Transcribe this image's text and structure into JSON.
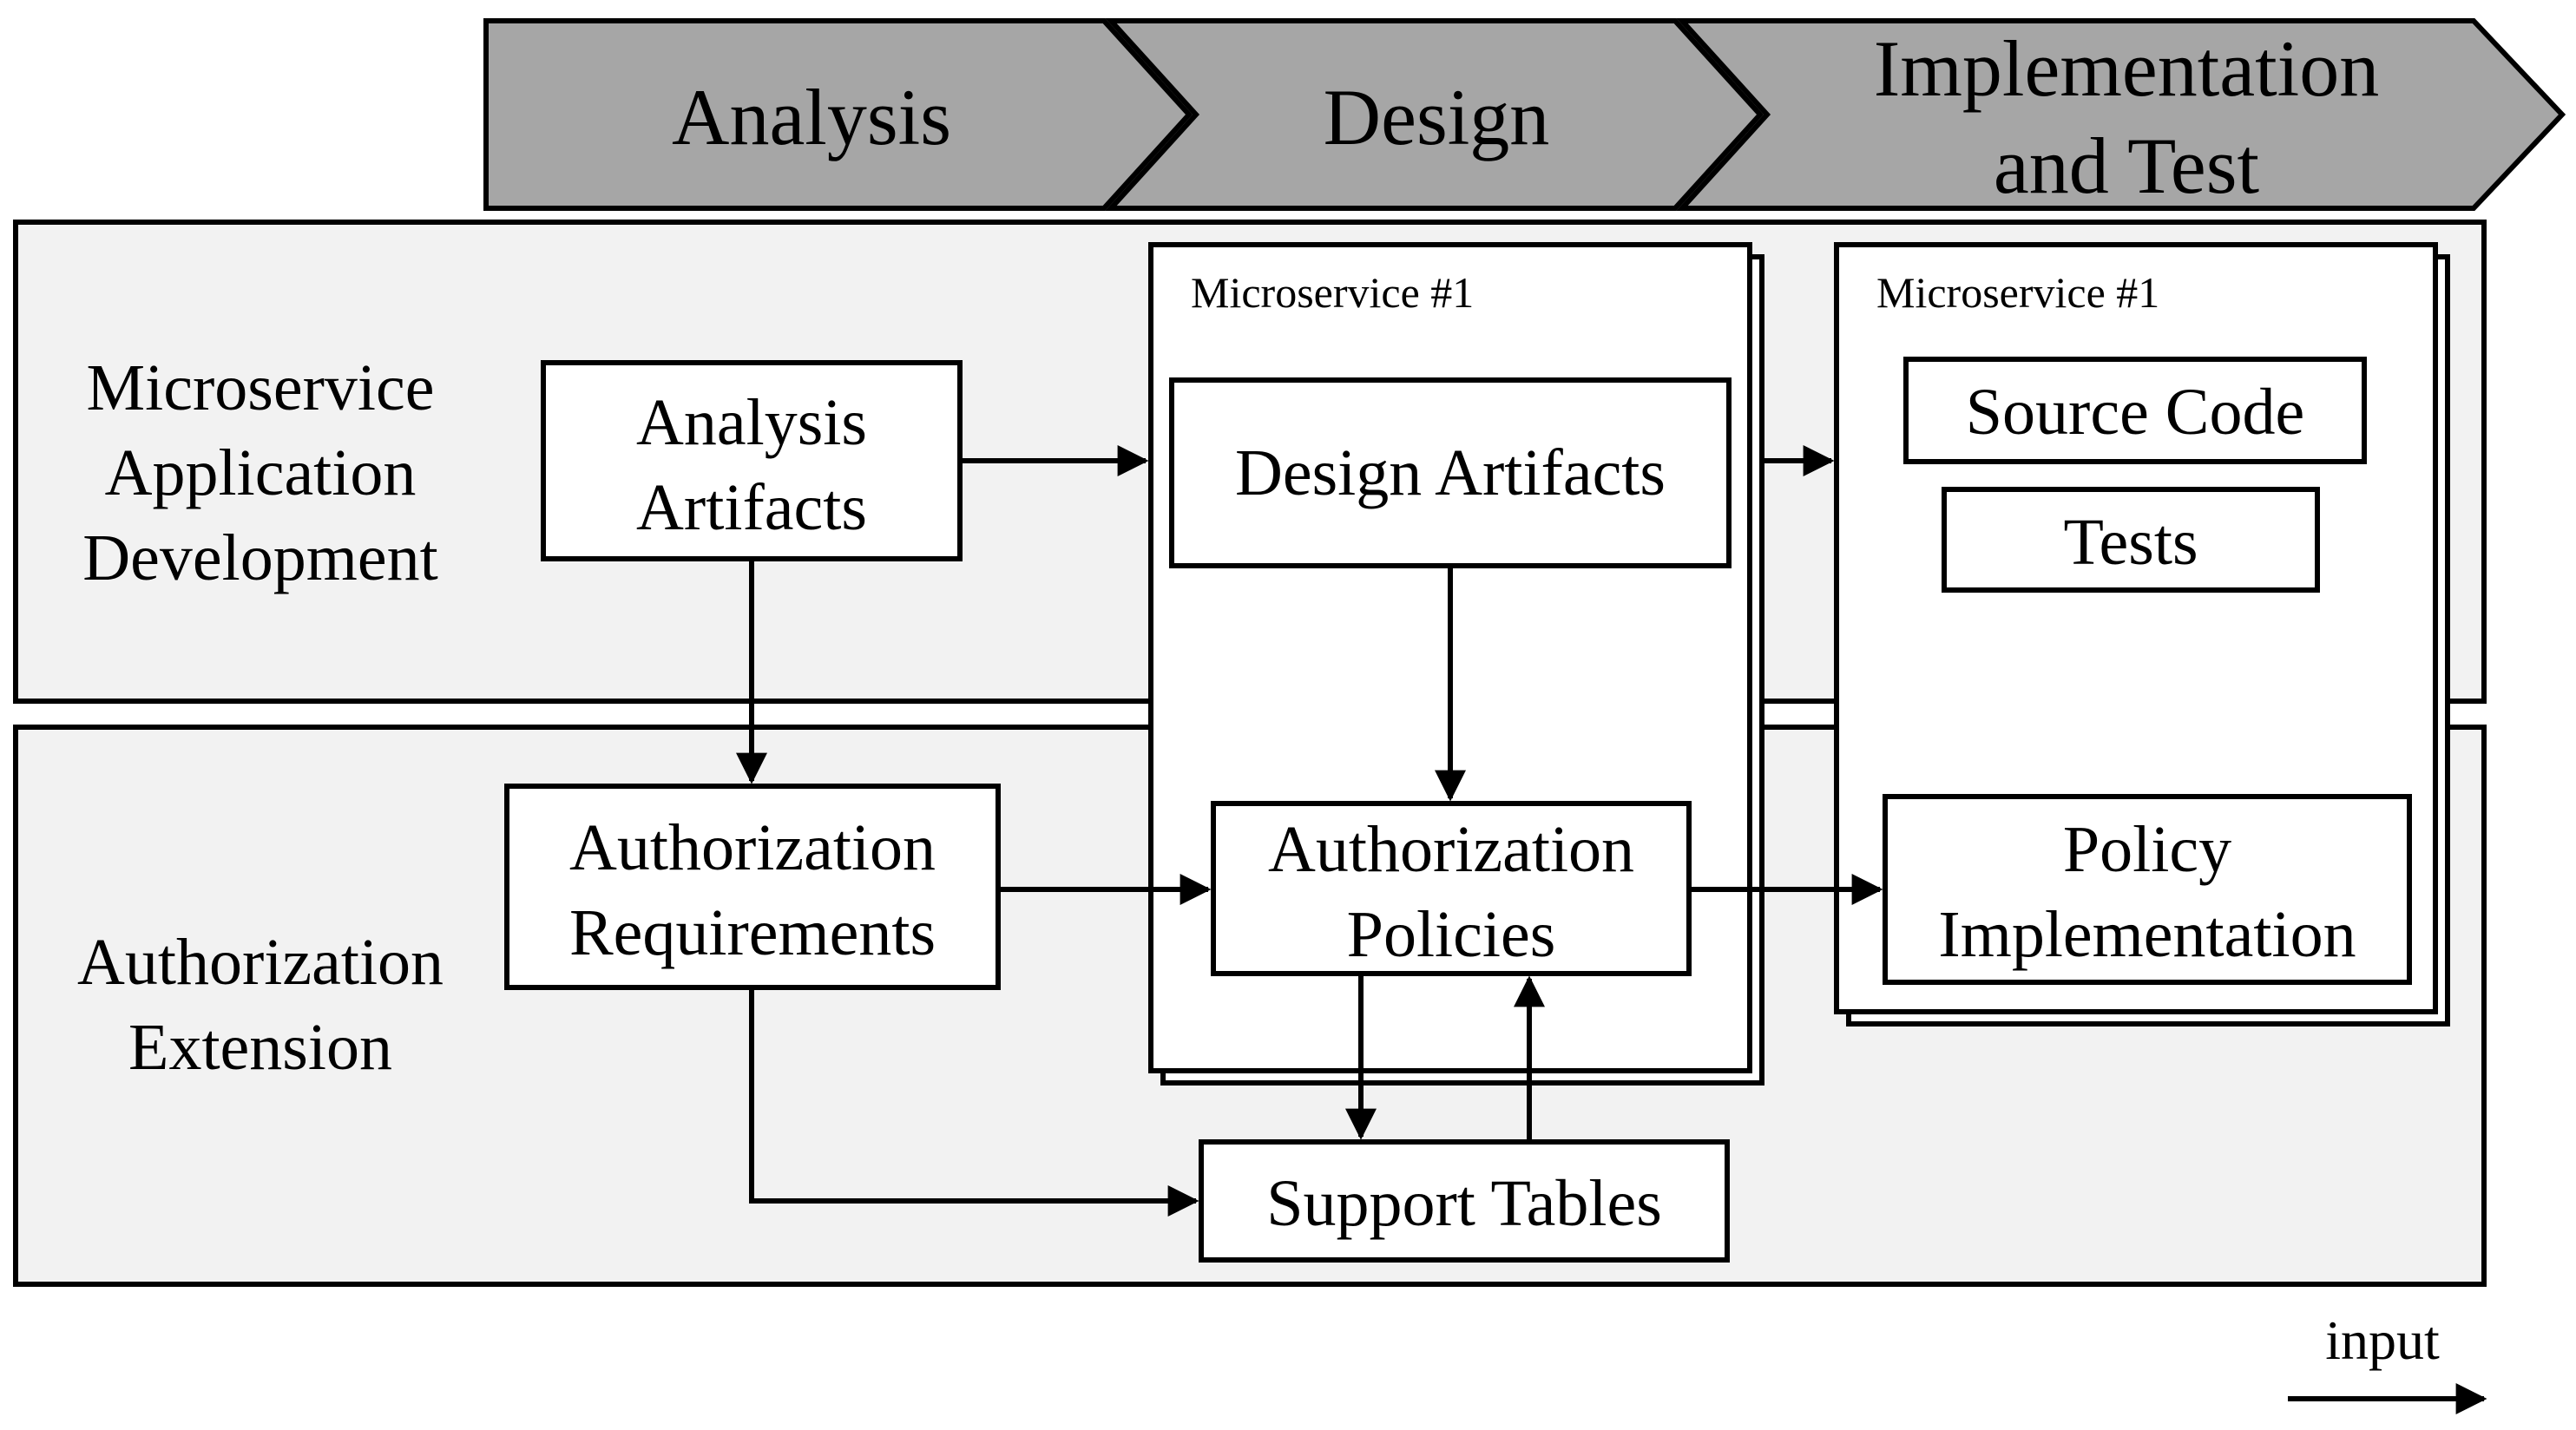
{
  "phases": {
    "analysis": "Analysis",
    "design": "Design",
    "implementation": [
      "Implementation",
      "and Test"
    ]
  },
  "lanes": {
    "dev": [
      "Microservice",
      "Application",
      "Development"
    ],
    "auth": [
      "Authorization",
      "Extension"
    ]
  },
  "microservice_labels": {
    "design": "Microservice #1",
    "implementation": "Microservice #1"
  },
  "boxes": {
    "analysis_artifacts": [
      "Analysis",
      "Artifacts"
    ],
    "design_artifacts": "Design Artifacts",
    "source_code": "Source Code",
    "tests": "Tests",
    "authorization_requirements": [
      "Authorization",
      "Requirements"
    ],
    "authorization_policies": [
      "Authorization",
      "Policies"
    ],
    "policy_implementation": [
      "Policy",
      "Implementation"
    ],
    "support_tables": "Support Tables"
  },
  "legend": {
    "label": "input"
  },
  "colors": {
    "phase_fill": "#a6a6a6",
    "lane_fill": "#f2f2f2",
    "box_fill": "#ffffff",
    "stroke": "#000000"
  }
}
